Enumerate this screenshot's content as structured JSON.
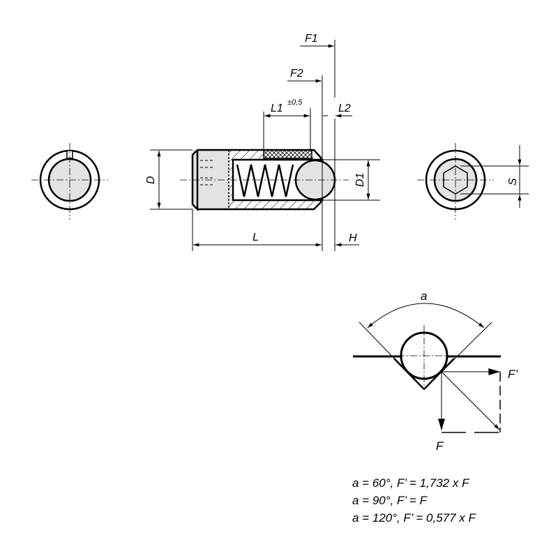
{
  "labels": {
    "F1": "F1",
    "F2": "F2",
    "L1": "L1",
    "L1_tol": "±0,5",
    "L2": "L2",
    "D": "D",
    "D1": "D1",
    "L": "L",
    "H": "H",
    "S": "S",
    "a": "a",
    "F": "F",
    "Fp": "F’"
  },
  "formulas": [
    "a = 60°, F’ = 1,732 x F",
    "a = 90°, F’ = F",
    "a = 120°, F’ = 0,577 x F"
  ]
}
